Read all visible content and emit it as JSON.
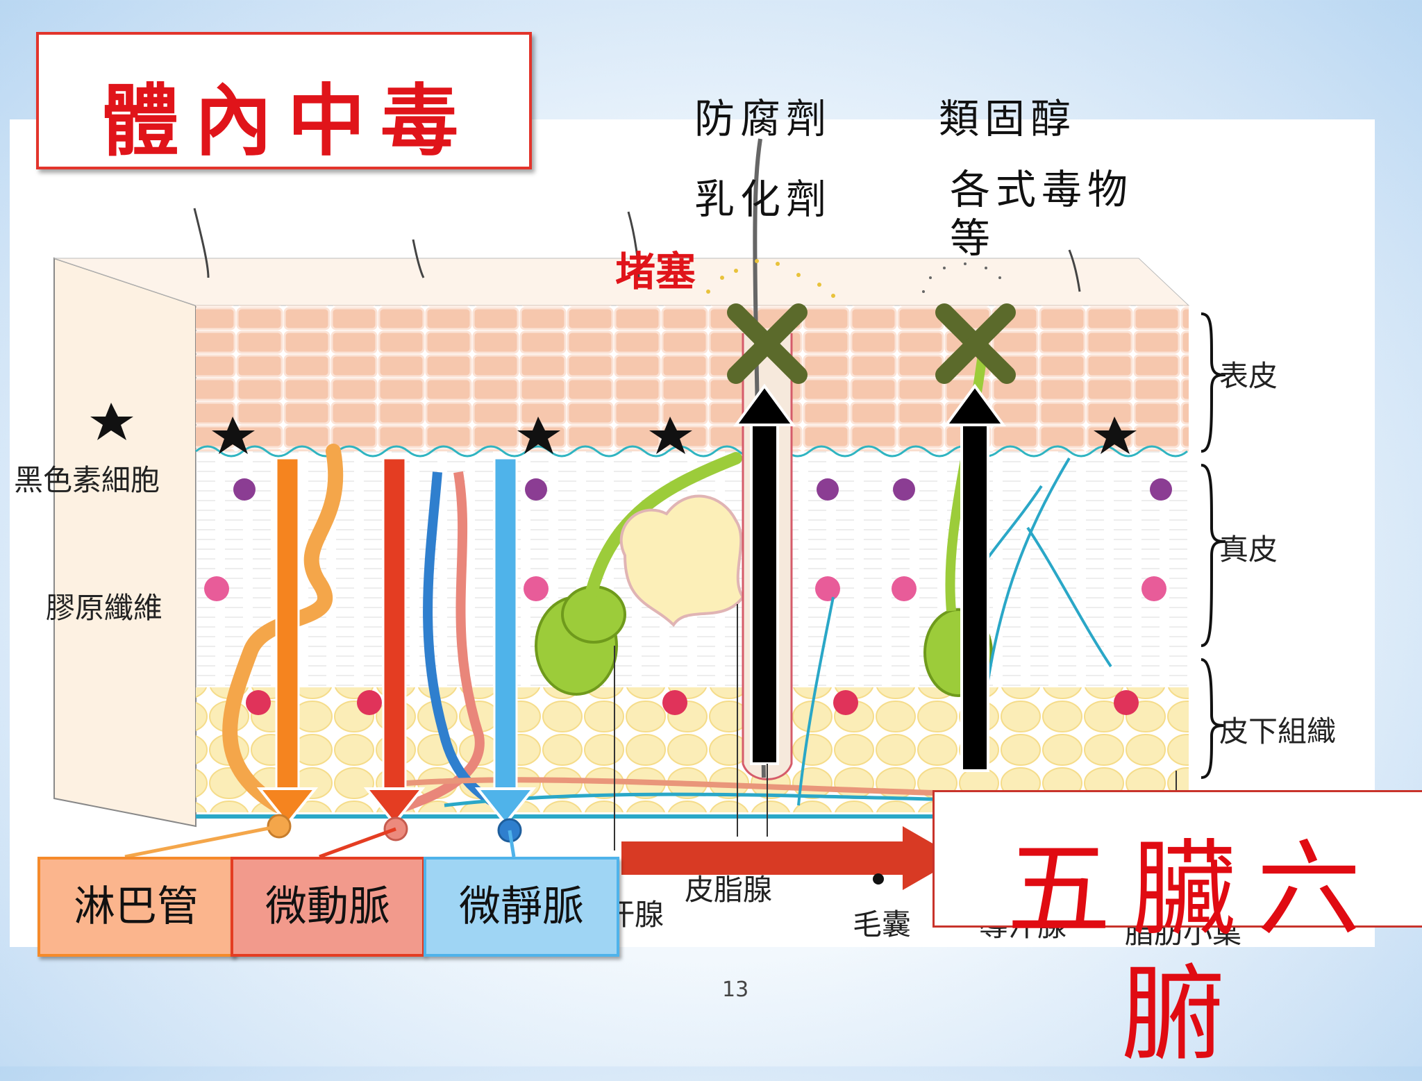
{
  "slide": {
    "title": "體內中毒",
    "page_number": "13"
  },
  "toxins": {
    "item1": "防腐劑",
    "item2": "類固醇",
    "item3": "乳化劑",
    "item4_line1": "各式毒物",
    "item4_line2": "等",
    "blockage": "堵塞"
  },
  "layers": {
    "epidermis": "表皮",
    "dermis": "真皮",
    "subcutaneous": "皮下組織"
  },
  "left_labels": {
    "melanocyte": "黑色素細胞",
    "collagen": "膠原纖維"
  },
  "bottom_labels": {
    "sweat_gland_partial": "汗腺",
    "sebaceous_gland": "皮脂腺",
    "hair_follicle": "毛囊",
    "sweat_gland2_partial": "導汗腺",
    "fat_lobule_partial": "脂肪小葉"
  },
  "vessels": {
    "lymph": "淋巴管",
    "arteriole": "微動脈",
    "venule": "微靜脈"
  },
  "organs": {
    "line1": "五臟六",
    "line2": "腑"
  },
  "colors": {
    "title_red": "#e0141a",
    "lymph_orange": "#f5841f",
    "artery_red": "#e43d22",
    "vein_blue": "#4fb3ea",
    "block_x_green": "#6b7a3a"
  }
}
